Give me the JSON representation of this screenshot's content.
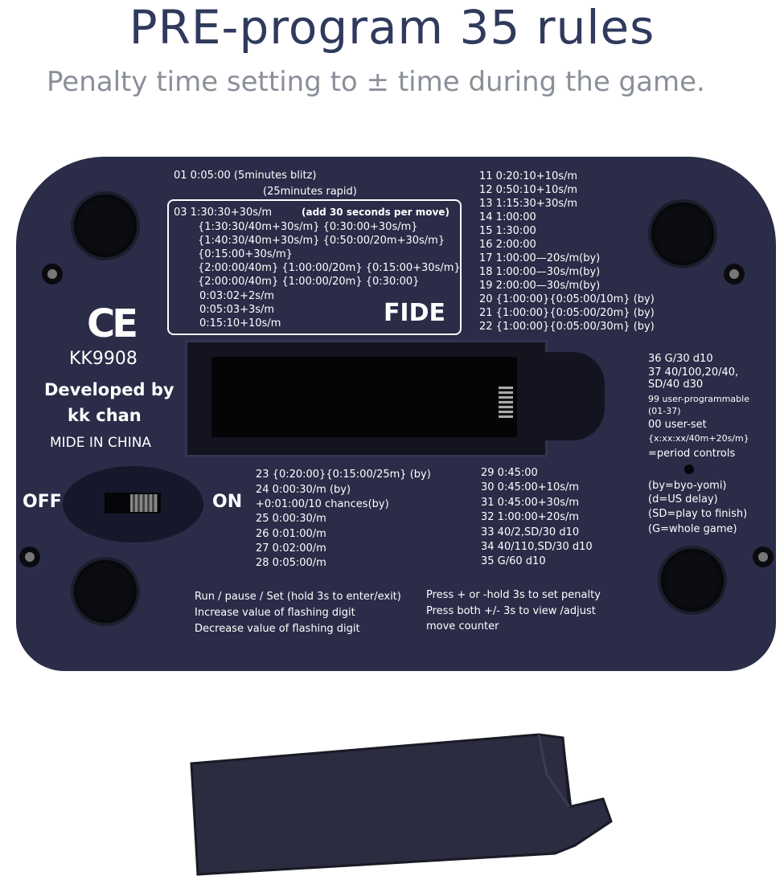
{
  "header": {
    "title": "PRE-program 35 rules",
    "subtitle": "Penalty time setting to ± time during the game."
  },
  "device": {
    "top_left": [
      "01   0:05:00         (5minutes blitz)",
      "(25minutes rapid)"
    ],
    "fide_box": {
      "line1": "03   1:30:30+30s/m",
      "note": "(add 30 seconds per move)",
      "rows": [
        "{1:30:30/40m+30s/m}    {0:30:00+30s/m}",
        "{1:40:30/40m+30s/m}    {0:50:00/20m+30s/m}",
        "{0:15:00+30s/m}",
        "{2:00:00/40m}    {1:00:00/20m}    {0:15:00+30s/m}",
        "{2:00:00/40m}    {1:00:00/20m}    {0:30:00}",
        "0:03:02+2s/m",
        "0:05:03+3s/m",
        "0:15:10+10s/m"
      ],
      "badge": "FIDE"
    },
    "right_top": [
      "11   0:20:10+10s/m",
      "12   0:50:10+10s/m",
      "13   1:15:30+30s/m",
      "14   1:00:00",
      "15   1:30:00",
      "16   2:00:00",
      "17   1:00:00—20s/m(by)",
      "18   1:00:00—30s/m(by)",
      "19   2:00:00—30s/m(by)",
      "20   {1:00:00}{0:05:00/10m} (by)",
      "21   {1:00:00}{0:05:00/20m} (by)",
      "22   {1:00:00}{0:05:00/30m} (by)"
    ],
    "right_side": [
      "36   G/30  d10",
      "37   40/100,20/40,",
      "        SD/40  d30",
      "99   user-programmable",
      "        (01-37)",
      "00   user-set",
      "{x:xx:xx/40m+20s/m}",
      "=period controls"
    ],
    "legend": [
      "(by=byo-yomi)",
      "(d=US delay)",
      "(SD=play to finish)",
      "(G=whole game)"
    ],
    "left_labels": {
      "ce": "CE",
      "model": "KK9908",
      "dev1": "Developed by",
      "dev2": "kk  chan",
      "origin": "MIDE IN CHINA",
      "off": "OFF",
      "on": "ON"
    },
    "bottom_mid": [
      "23   {0:20:00}{0:15:00/25m} (by)",
      "24   0:00:30/m (by)",
      "        +0:01:00/10 chances(by)",
      "25   0:00:30/m",
      "26   0:01:00/m",
      "27   0:02:00/m",
      "28   0:05:00/m"
    ],
    "bottom_right": [
      "29   0:45:00",
      "30   0:45:00+10s/m",
      "31   0:45:00+30s/m",
      "32   1:00:00+20s/m",
      "33   40/2,SD/30  d10",
      "34   40/110,SD/30  d10",
      "35   G/60  d10"
    ],
    "instructions_left": [
      "Run / pause / Set  (hold  3s to enter/exit)",
      "Increase value of flashing digit",
      "Decrease value of flashing digit"
    ],
    "instructions_right": [
      "Press  +  or -hold  3s  to set penalty",
      "Press  both +/- 3s  to view /adjust",
      "move counter"
    ]
  },
  "colors": {
    "device": "#2a2c48",
    "title": "#2f3a5c",
    "subtitle": "#8a8f99"
  }
}
